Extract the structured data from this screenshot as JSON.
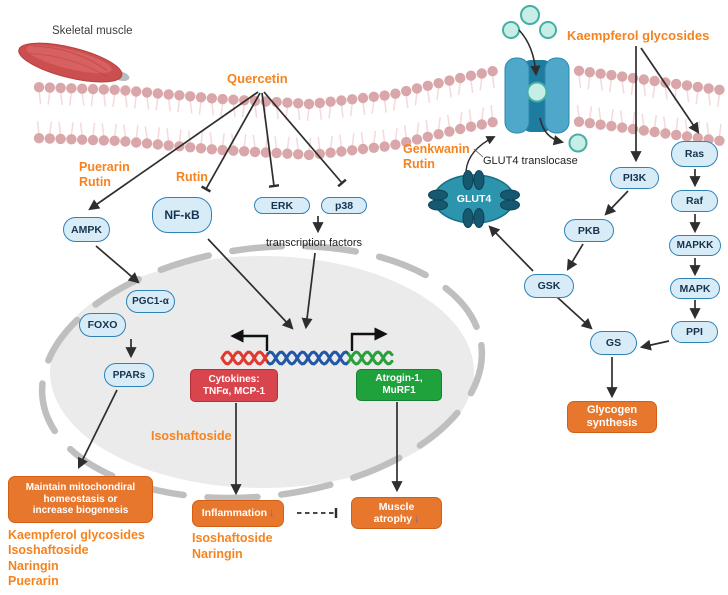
{
  "labels": {
    "skeletal_muscle": "Skeletal muscle",
    "quercetin": "Quercetin",
    "kaempferol_glycosides_top": "Kaempferol glycosides",
    "puerarin_rutin": [
      "Puerarin",
      "Rutin"
    ],
    "rutin_mid": "Rutin",
    "genkwanin_rutin": [
      "Genkwanin",
      "Rutin"
    ],
    "glut4_translocase": "GLUT4 translocase",
    "transcription_factors": "transcription factors",
    "isoshaftoside_nucleus": "Isoshaftoside",
    "iso_naringin": [
      "Isoshaftoside",
      "Naringin"
    ],
    "bottom_left_list": [
      "Kaempferol glycosides",
      "Isoshaftoside",
      "Naringin",
      "Puerarin"
    ]
  },
  "nodes": {
    "ampk": "AMPK",
    "nfkb": "NF-κB",
    "erk": "ERK",
    "p38": "p38",
    "pgc1a": "PGC1-α",
    "foxo": "FOXO",
    "ppars": "PPARs",
    "pi3k": "PI3K",
    "ras": "Ras",
    "raf": "Raf",
    "mapkk": "MAPKK",
    "mapk": "MAPK",
    "ppi": "PPI",
    "gsk": "GSK",
    "pkb": "PKB",
    "gs": "GS",
    "glut4": "GLUT4"
  },
  "boxes": {
    "cytokines": {
      "line1": "Cytokines:",
      "line2": "TNFα, MCP-1"
    },
    "atrogin": {
      "line1": "Atrogin-1,",
      "line2": "MuRF1"
    },
    "maintain": {
      "line1": "Maintain mitochondiral",
      "line2": "homeostasis or",
      "line3": "increase biogenesis"
    },
    "inflammation": {
      "text": "Inflammation",
      "arrow": "↓"
    },
    "atrophy": {
      "line1": "Muscle",
      "line2": "atrophy",
      "arrow": "↓"
    },
    "glycogen": {
      "line1": "Glycogen",
      "line2": "synthesis"
    }
  },
  "colors": {
    "orange_text": "#F5831F",
    "orange_box": "#E8772E",
    "node_fill": "#D8ECF8",
    "node_border": "#2F82B6",
    "red_box": "#D9454D",
    "green_box": "#1FA23C",
    "purple_arrow": "#6A5ACD",
    "membrane_head": "#D9A6A9",
    "membrane_tail": "#F4DADA",
    "channel_light": "#4FA8CA",
    "channel_dark": "#1F7CA1",
    "glucose_fill": "#C7EEE6",
    "glucose_border": "#45AFA4",
    "glut4_body": "#2D94AE",
    "glut4_dark": "#15586F",
    "nucleus_fill": "#EBEBEB",
    "nucleus_envelope": "#BFBFBF",
    "dna_red": "#E03A30",
    "dna_blue": "#2057A7",
    "dna_green": "#2AA03A",
    "arrow": "#2E2E2E",
    "muscle": "#CC4F4F"
  }
}
